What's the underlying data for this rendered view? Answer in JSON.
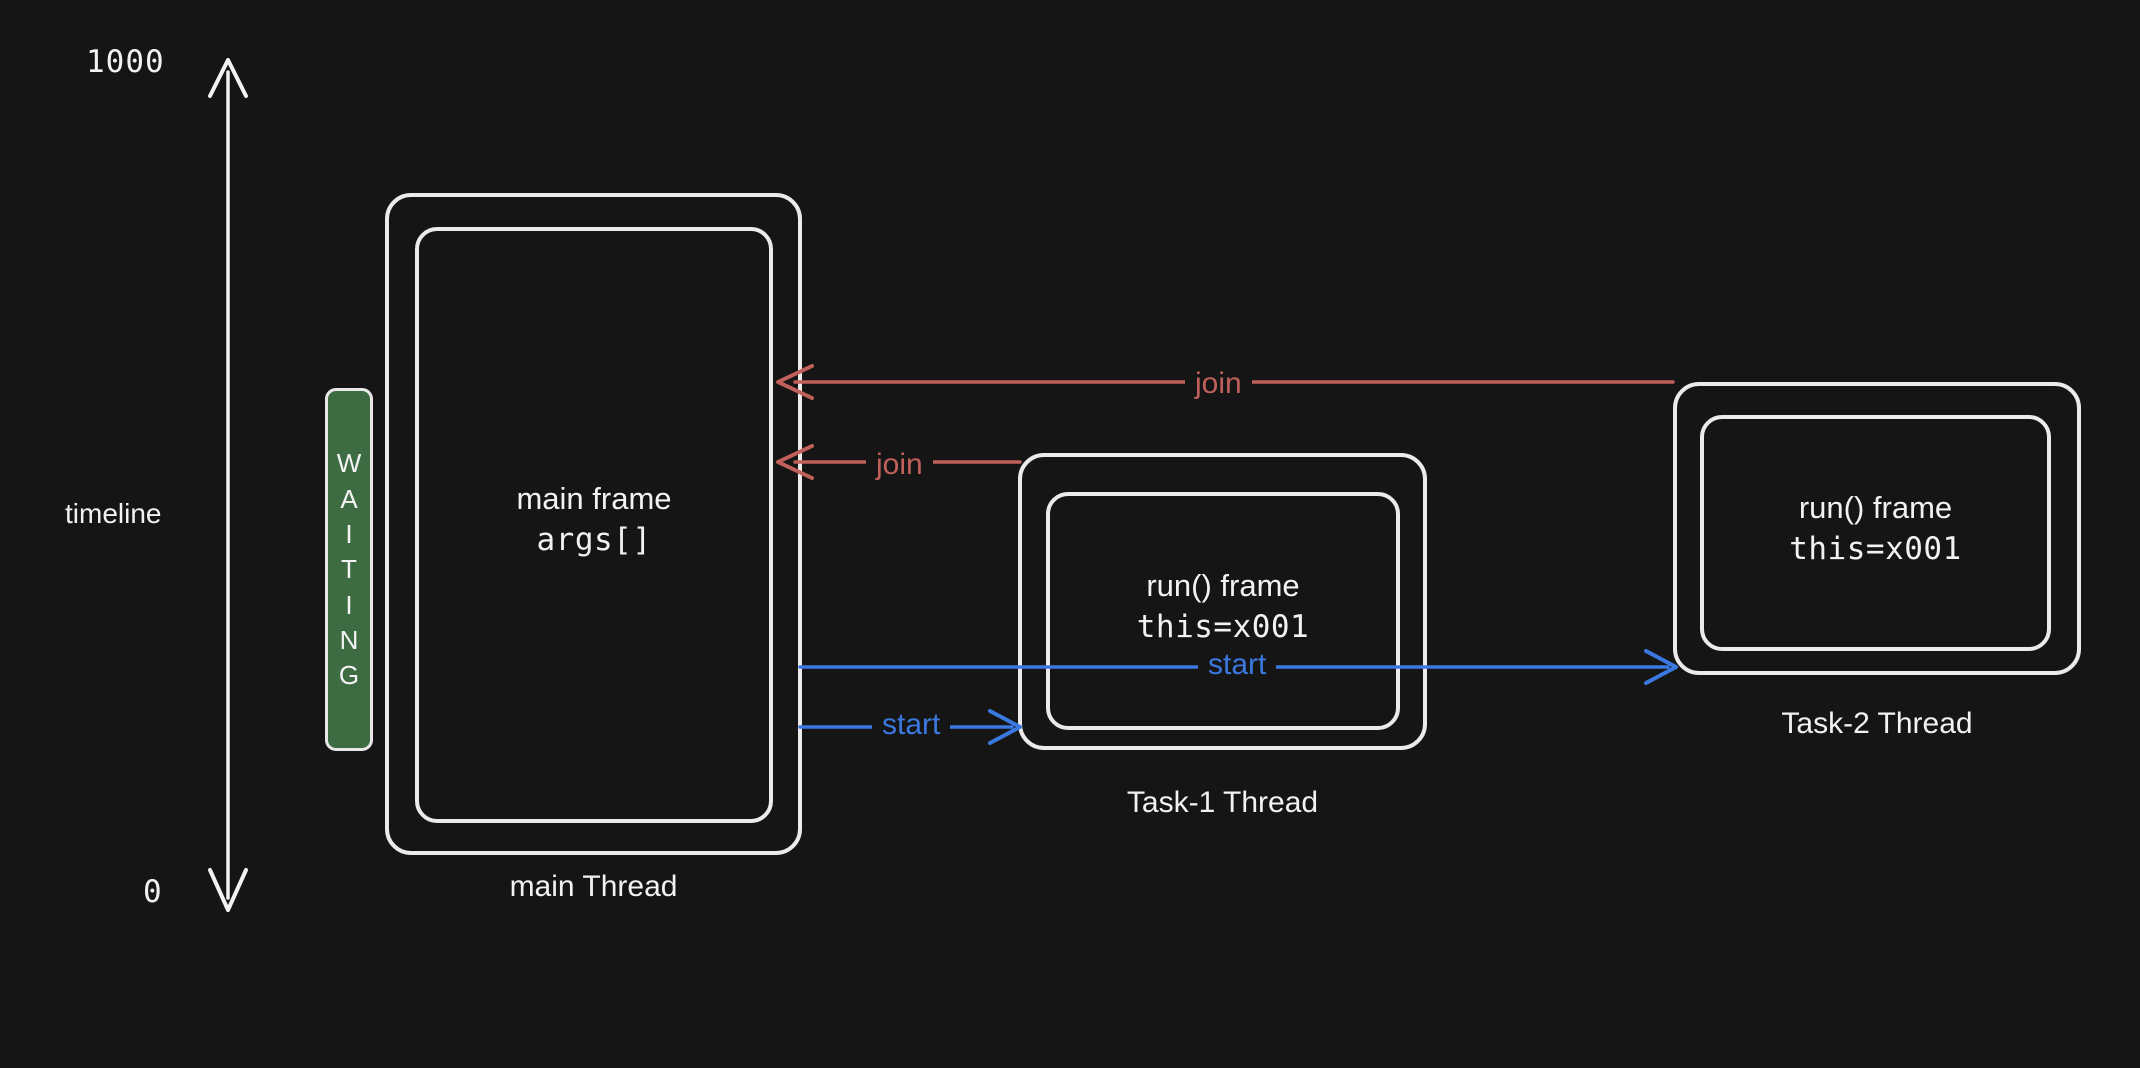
{
  "diagram": {
    "title": "Java thread timeline: main thread start/join with two task threads",
    "background_color": "#151515",
    "stroke_color": "#eceaea"
  },
  "axis": {
    "name": "timeline",
    "label": "timeline",
    "top_value": "1000",
    "bottom_value": "0",
    "direction": "vertical-bidirectional",
    "color": "#f2f2f2"
  },
  "threads": [
    {
      "id": "main",
      "caption": "main Thread",
      "frame_line_1": "main frame",
      "frame_line_2": "args[]",
      "state_badge": {
        "label": "WAITING",
        "letters": [
          "W",
          "A",
          "I",
          "T",
          "I",
          "N",
          "G"
        ],
        "color": "#3d6b42",
        "border_color": "#e9e7e7"
      }
    },
    {
      "id": "task1",
      "caption": "Task-1 Thread",
      "frame_line_1": "run() frame",
      "frame_line_2": "this=x001"
    },
    {
      "id": "task2",
      "caption": "Task-2 Thread",
      "frame_line_1": "run() frame",
      "frame_line_2": "this=x001"
    }
  ],
  "edges": [
    {
      "id": "join-from-task2",
      "label": "join",
      "color": "#c0605a",
      "from": "task2",
      "to": "main",
      "direction": "leftwards"
    },
    {
      "id": "join-from-task1",
      "label": "join",
      "color": "#c0605a",
      "from": "task1",
      "to": "main",
      "direction": "leftwards"
    },
    {
      "id": "start-to-task2",
      "label": "start",
      "color": "#3b78e0",
      "from": "main",
      "to": "task2",
      "direction": "rightwards"
    },
    {
      "id": "start-to-task1",
      "label": "start",
      "color": "#3b78e0",
      "from": "main",
      "to": "task1",
      "direction": "rightwards"
    }
  ]
}
